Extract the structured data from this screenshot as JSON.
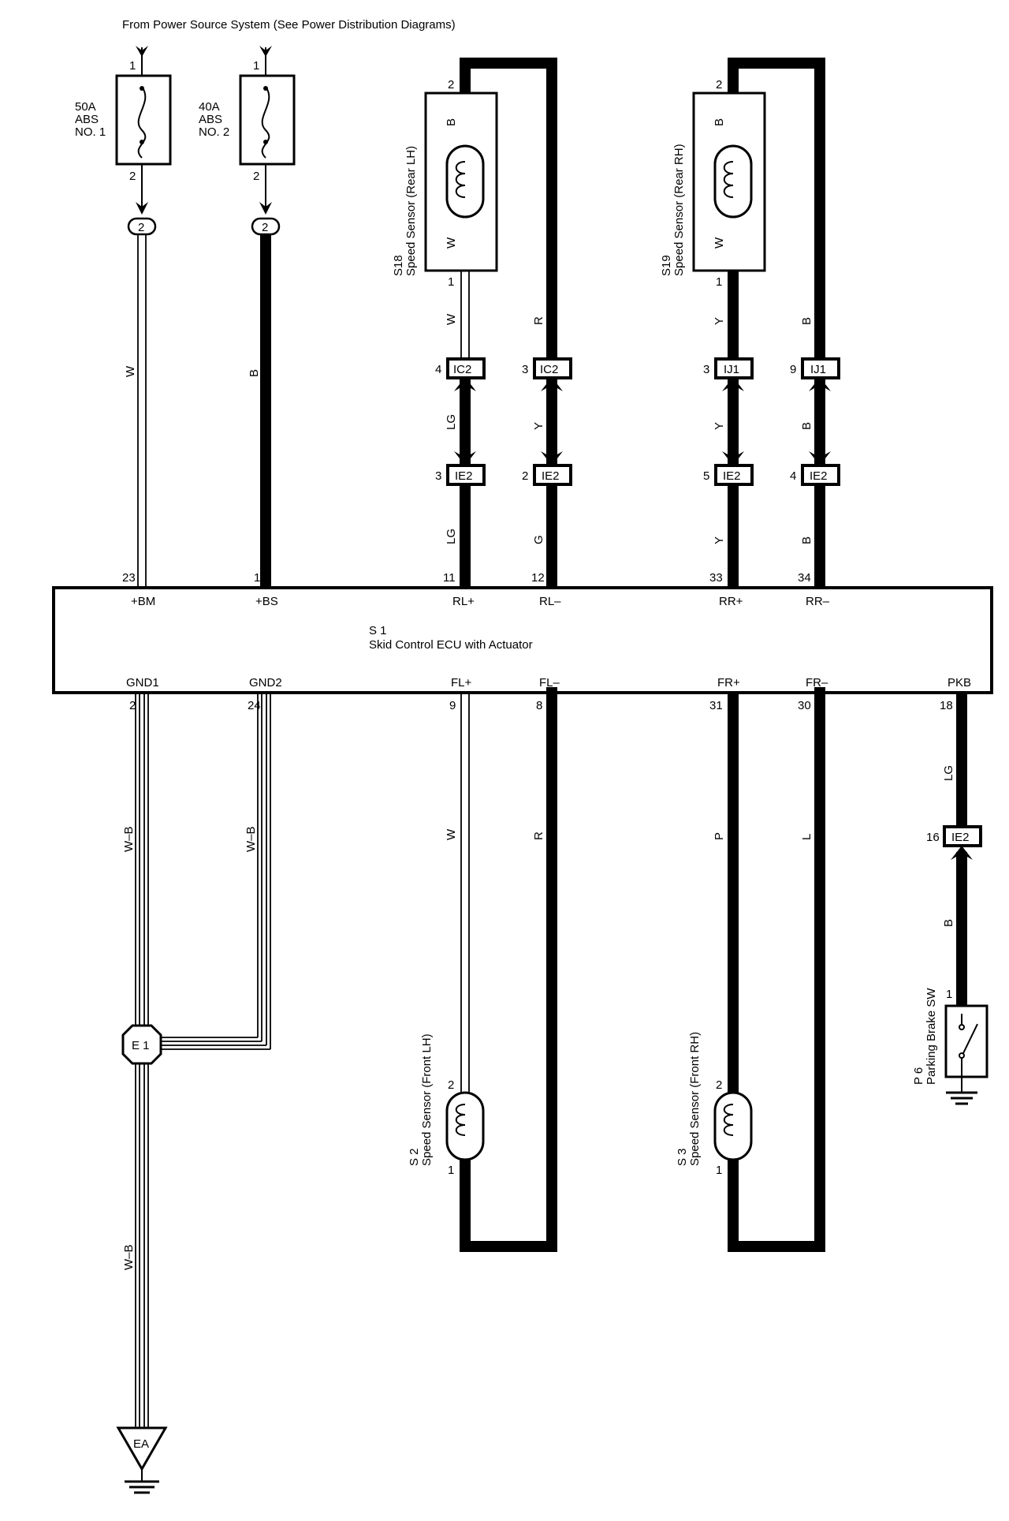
{
  "header": {
    "source_note": "From Power Source System (See Power Distribution Diagrams)"
  },
  "fuses": [
    {
      "rating": "50A",
      "name": "ABS",
      "number": "NO. 1",
      "pin_in": "1",
      "pin_out": "2",
      "junction": "2",
      "wire": "W"
    },
    {
      "rating": "40A",
      "name": "ABS",
      "number": "NO. 2",
      "pin_in": "1",
      "pin_out": "2",
      "junction": "2",
      "wire": "B"
    }
  ],
  "rear_sensors": [
    {
      "code": "S18",
      "name": "Speed Sensor (Rear LH)",
      "pin_top": "2",
      "pin_bottom": "1",
      "wire_top": "B",
      "wire_bottom": "W"
    },
    {
      "code": "S19",
      "name": "Speed Sensor (Rear RH)",
      "pin_top": "2",
      "pin_bottom": "1",
      "wire_top": "B",
      "wire_bottom": "W"
    }
  ],
  "connectors": {
    "ic2_a": {
      "label": "IC2",
      "pin": "4"
    },
    "ic2_b": {
      "label": "IC2",
      "pin": "3"
    },
    "ij1_a": {
      "label": "IJ1",
      "pin": "3"
    },
    "ij1_b": {
      "label": "IJ1",
      "pin": "9"
    },
    "ie2_a": {
      "label": "IE2",
      "pin": "3"
    },
    "ie2_b": {
      "label": "IE2",
      "pin": "2"
    },
    "ie2_c": {
      "label": "IE2",
      "pin": "5"
    },
    "ie2_d": {
      "label": "IE2",
      "pin": "4"
    },
    "ie2_pkb": {
      "label": "IE2",
      "pin": "16"
    }
  },
  "wire_colors": {
    "rl_plus_upper": "W",
    "rl_minus_upper": "R",
    "rr_plus_upper": "Y",
    "rr_minus_upper": "B",
    "rl_plus_mid": "LG",
    "rl_minus_mid": "Y",
    "rr_plus_mid": "Y",
    "rr_minus_mid": "B",
    "rl_plus_lower": "LG",
    "rl_minus_lower": "G",
    "rr_plus_lower": "Y",
    "rr_minus_lower": "B",
    "gnd1": "W–B",
    "gnd2": "W–B",
    "fl_plus": "W",
    "fl_minus": "R",
    "fr_plus": "P",
    "fr_minus": "L",
    "pkb_upper": "LG",
    "pkb_lower": "B",
    "gnd_lower": "W–B"
  },
  "ecu": {
    "code": "S 1",
    "name": "Skid Control ECU with Actuator",
    "top_pins": [
      {
        "pin": "23",
        "label": "+BM"
      },
      {
        "pin": "1",
        "label": "+BS"
      },
      {
        "pin": "11",
        "label": "RL+"
      },
      {
        "pin": "12",
        "label": "RL–"
      },
      {
        "pin": "33",
        "label": "RR+"
      },
      {
        "pin": "34",
        "label": "RR–"
      }
    ],
    "bottom_pins": [
      {
        "pin": "2",
        "label": "GND1"
      },
      {
        "pin": "24",
        "label": "GND2"
      },
      {
        "pin": "9",
        "label": "FL+"
      },
      {
        "pin": "8",
        "label": "FL–"
      },
      {
        "pin": "31",
        "label": "FR+"
      },
      {
        "pin": "30",
        "label": "FR–"
      },
      {
        "pin": "18",
        "label": "PKB"
      }
    ]
  },
  "front_sensors": [
    {
      "code": "S 2",
      "name": "Speed Sensor (Front LH)",
      "pin_top": "2",
      "pin_bottom": "1"
    },
    {
      "code": "S 3",
      "name": "Speed Sensor (Front RH)",
      "pin_top": "2",
      "pin_bottom": "1"
    }
  ],
  "parking_brake": {
    "code": "P 6",
    "name": "Parking Brake SW",
    "pin": "1"
  },
  "grounds": {
    "splice": "E 1",
    "ground_point": "EA"
  }
}
